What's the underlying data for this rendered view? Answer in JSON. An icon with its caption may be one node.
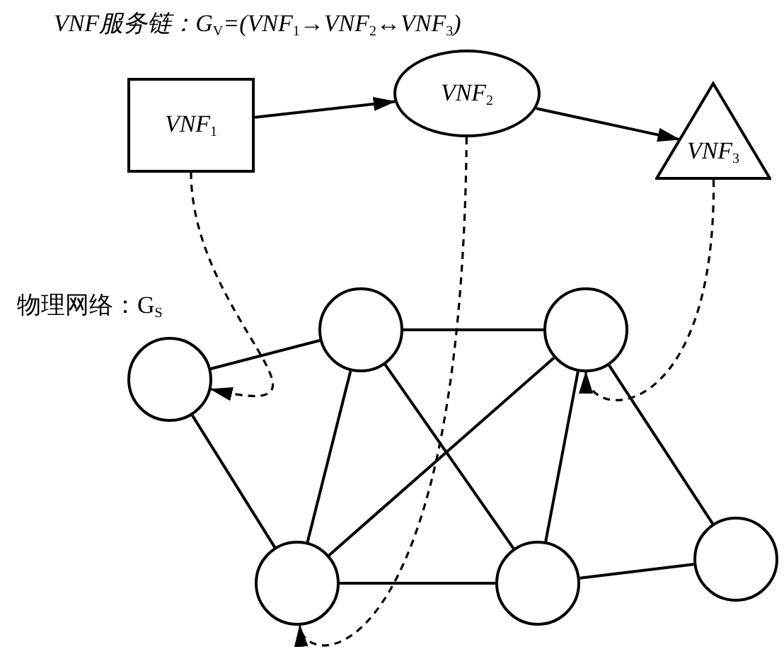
{
  "diagram": {
    "title": "VNF服务链：G$_{V}$=(VNF$_{1}$→VNF$_{2}$↔VNF$_{3}$)",
    "nodes": [
      {
        "text": [
          "VNF$_{1}$"
        ]
      },
      {
        "text": [
          "VNF$_{2}$"
        ]
      },
      {
        "text": [
          "VNF$_{3}$"
        ]
      },
      {
        "text": [],
        "shape": "circle"
      },
      {
        "text": [],
        "shape": "circle"
      },
      {
        "text": [],
        "shape": "circle"
      },
      {
        "text": [],
        "shape": "circle"
      },
      {
        "text": [],
        "shape": "circle"
      },
      {
        "text": [],
        "shape": "circle"
      }
    ],
    "edges": [
      {
        "from": 0,
        "to": 1,
        "arrow": "to"
      },
      {
        "from": 1,
        "to": 2,
        "arrow": "to"
      },
      {
        "from": 0,
        "to": 3,
        "arrow": "to",
        "style": "dashed"
      },
      {
        "from": 1,
        "to": 6,
        "arrow": "to",
        "style": "dashed"
      },
      {
        "from": 2,
        "to": 5,
        "arrow": "to",
        "style": "dashed"
      },
      {
        "from": 3,
        "to": 4,
        "arrow": "none"
      },
      {
        "from": 4,
        "to": 5,
        "arrow": "none"
      },
      {
        "from": 3,
        "to": 6,
        "arrow": "none"
      },
      {
        "from": 4,
        "to": 6,
        "arrow": "none"
      },
      {
        "from": 4,
        "to": 7,
        "arrow": "none"
      },
      {
        "from": 6,
        "to": 7,
        "arrow": "none"
      },
      {
        "from": 6,
        "to": 5,
        "arrow": "none"
      },
      {
        "from": 7,
        "to": 5,
        "arrow": "none"
      },
      {
        "from": 5,
        "to": 8,
        "arrow": "none"
      },
      {
        "from": 7,
        "to": 8,
        "arrow": "none"
      }
    ],
    "labels": [
      "物理网络：G$_{S}$"
    ]
  }
}
